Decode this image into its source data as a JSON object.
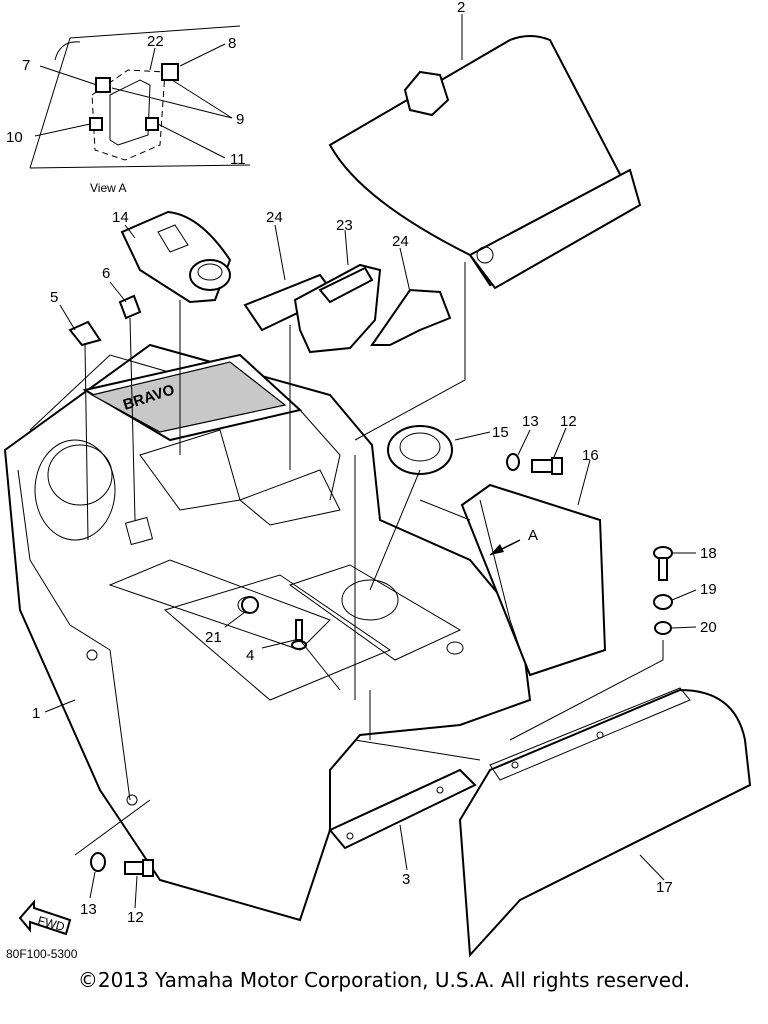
{
  "callouts": {
    "p1": "1",
    "p2": "2",
    "p3": "3",
    "p4": "4",
    "p5": "5",
    "p6": "6",
    "p7": "7",
    "p8": "8",
    "p9": "9",
    "p10": "10",
    "p11": "11",
    "p12a": "12",
    "p12b": "12",
    "p13a": "13",
    "p13b": "13",
    "p14": "14",
    "p15": "15",
    "p16": "16",
    "p17": "17",
    "p18": "18",
    "p19": "19",
    "p20": "20",
    "p21": "21",
    "p22": "22",
    "p23": "23",
    "p24a": "24",
    "p24b": "24"
  },
  "view_label": "View A",
  "arrow_a_label": "A",
  "fwd_label": "FWD",
  "brand_text": "BRAVO",
  "figure_code": "80F100-5300",
  "copyright": "©2013 Yamaha Motor Corporation, U.S.A. All rights reserved."
}
